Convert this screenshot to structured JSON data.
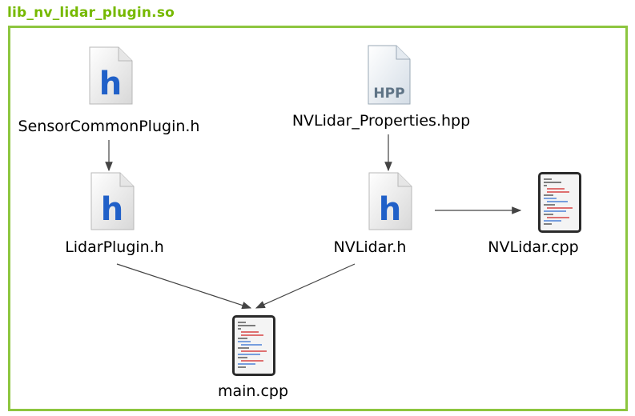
{
  "title": "lib_nv_lidar_plugin.so",
  "nodes": {
    "sensor_common": {
      "label": "SensorCommonPlugin.h",
      "icon": "h-header-file-icon"
    },
    "nvlidar_props": {
      "label": "NVLidar_Properties.hpp",
      "icon": "hpp-file-icon",
      "badge": "HPP"
    },
    "lidar_plugin": {
      "label": "LidarPlugin.h",
      "icon": "h-header-file-icon"
    },
    "nvlidar_h": {
      "label": "NVLidar.h",
      "icon": "h-header-file-icon"
    },
    "nvlidar_cpp": {
      "label": "NVLidar.cpp",
      "icon": "cpp-source-file-icon"
    },
    "main_cpp": {
      "label": "main.cpp",
      "icon": "cpp-source-file-icon"
    }
  },
  "edges": [
    [
      "sensor_common",
      "lidar_plugin"
    ],
    [
      "nvlidar_props",
      "nvlidar_h"
    ],
    [
      "nvlidar_h",
      "nvlidar_cpp"
    ],
    [
      "lidar_plugin",
      "main_cpp"
    ],
    [
      "nvlidar_h",
      "main_cpp"
    ]
  ],
  "colors": {
    "frame": "#8dc63f",
    "title": "#76b900",
    "h_letter": "#2060c8",
    "arrow": "#444444"
  }
}
